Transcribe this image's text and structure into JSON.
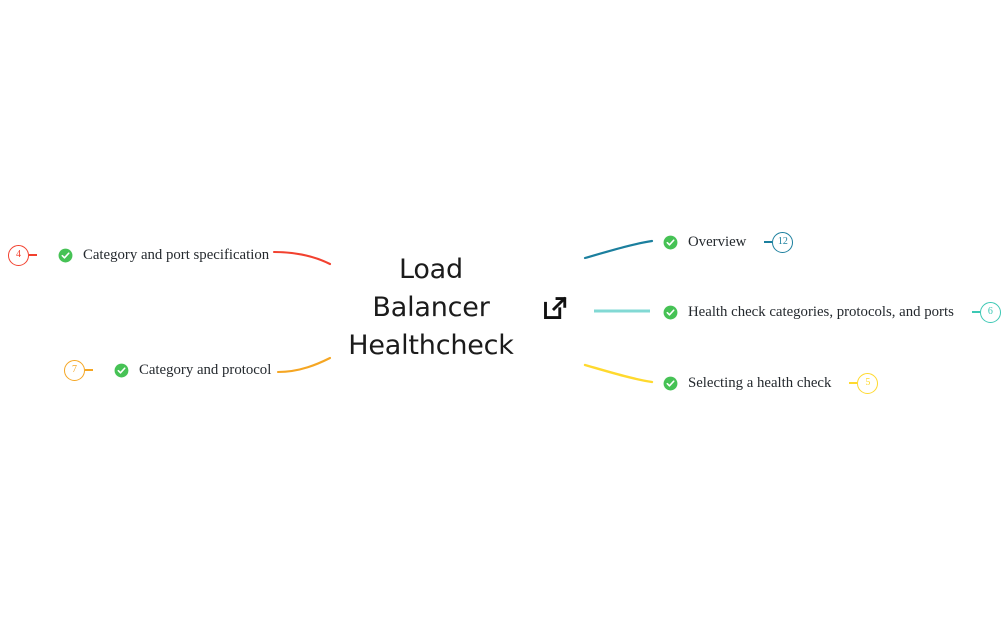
{
  "page": {
    "background": "#ffffff",
    "type": "mindmap"
  },
  "center": {
    "title": "Load Balancer\nHealthcheck",
    "icon": "external-link-icon",
    "title_color": "#1b1b1b"
  },
  "branches": {
    "left": [
      {
        "label": "Category and port specification",
        "badge": "4",
        "color": "#f2412f",
        "status_icon": "check-circle-icon",
        "connector": "curve-down"
      },
      {
        "label": "Category and protocol",
        "badge": "7",
        "color": "#f5a623",
        "status_icon": "check-circle-icon",
        "connector": "curve-up"
      }
    ],
    "right": [
      {
        "label": "Overview",
        "badge": "12",
        "color": "#1b7f9e",
        "status_icon": "check-circle-icon",
        "connector": "curve-up"
      },
      {
        "label": "Health check categories, protocols, and ports",
        "badge": "6",
        "color": "#3cc8b4",
        "status_icon": "check-circle-icon",
        "connector": "straight"
      },
      {
        "label": "Selecting a health check",
        "badge": "5",
        "color": "#ffd92e",
        "status_icon": "check-circle-icon",
        "connector": "curve-down"
      }
    ]
  },
  "colors": {
    "check_green": "#46c255",
    "check_inner": "#ffffff",
    "text": "#24292e",
    "red": "#f2412f",
    "orange": "#f5a623",
    "blue": "#1b7f9e",
    "teal": "#82d9d4",
    "teal_badge": "#3cc8b4",
    "yellow": "#ffd92e"
  }
}
